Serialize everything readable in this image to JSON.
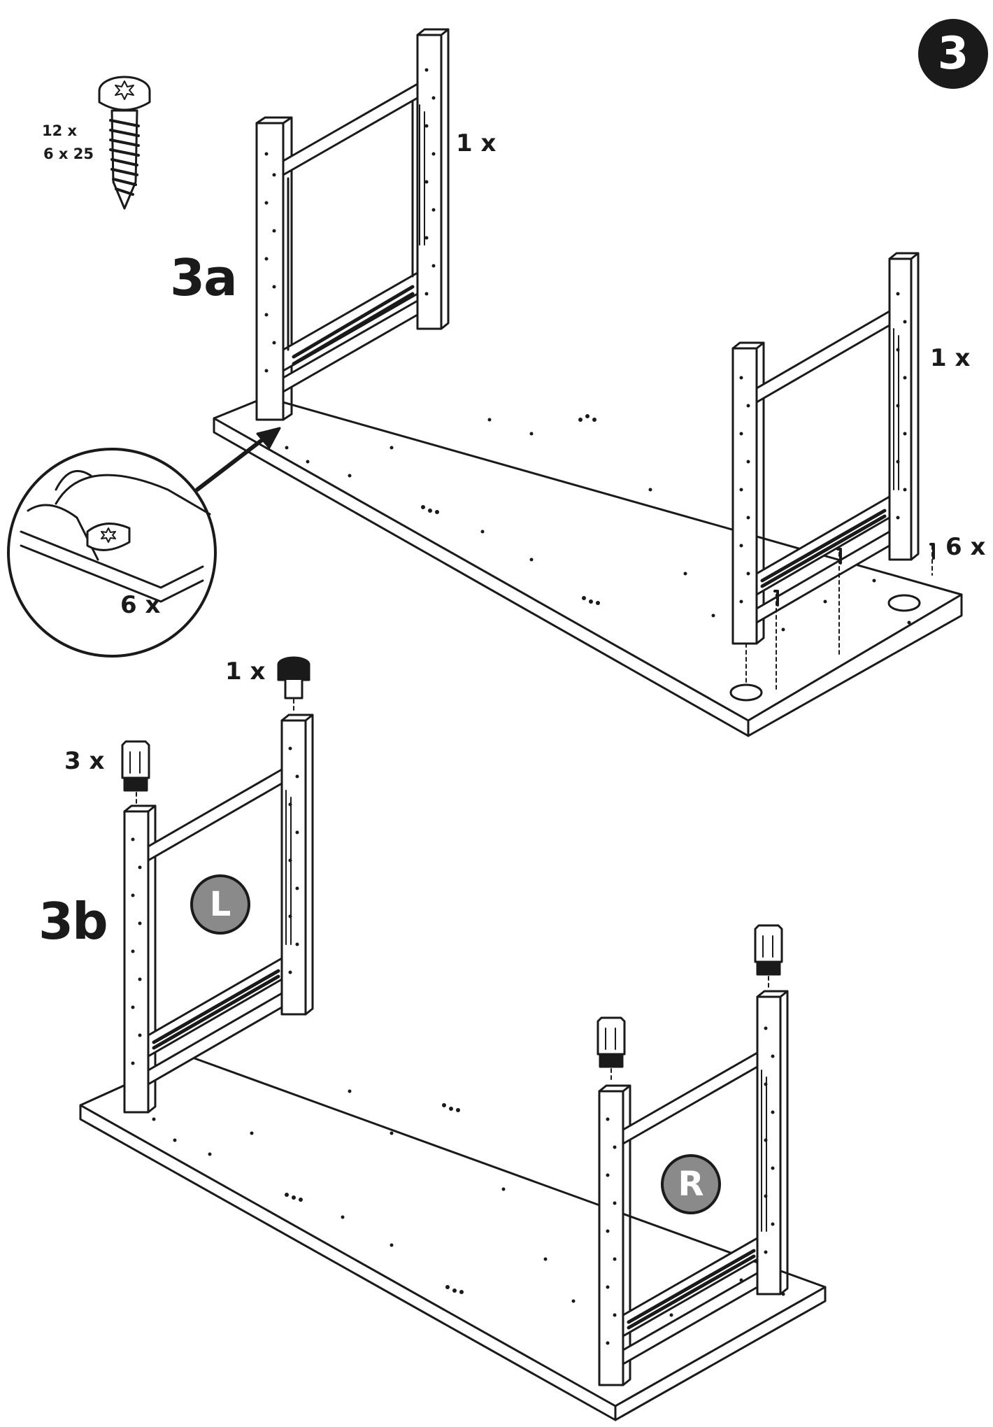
{
  "step_number": "3",
  "parts": {
    "screw": {
      "quantity": "12 x",
      "size": "6 x 25",
      "icon": "torx-screw-icon"
    }
  },
  "substeps": {
    "a": {
      "label": "3a",
      "frame_back_qty": "1 x",
      "frame_right_qty": "1 x",
      "screws_qty": "6 x",
      "detail_qty": "6 x"
    },
    "b": {
      "label": "3b",
      "adjustable_foot_qty": "1 x",
      "foot_caps_qty": "3 x",
      "left_badge": "L",
      "right_badge": "R"
    }
  },
  "colors": {
    "ink": "#1a1a1a",
    "badge_gray": "#8a8a8a",
    "paper": "#ffffff"
  }
}
